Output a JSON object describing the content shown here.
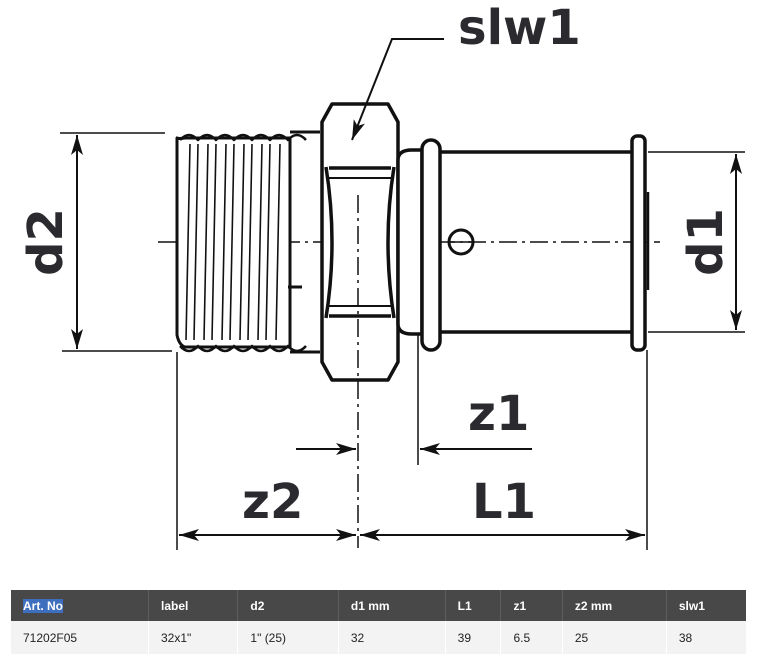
{
  "drawing": {
    "title": "Press fitting with male thread and hex nut — dimensional drawing",
    "labels": {
      "slw1": "slw1",
      "d2": "d2",
      "d1": "d1",
      "z1": "z1",
      "z2": "z2",
      "L1": "L1"
    }
  },
  "table": {
    "selected_column": "art_no",
    "headers": [
      "Art. No",
      "label",
      "d2",
      "d1 mm",
      "L1",
      "z1",
      "z2 mm",
      "slw1"
    ],
    "rows": [
      [
        "71202F05",
        "32x1\"",
        "1\" (25)",
        "32",
        "39",
        "6.5",
        "25",
        "38"
      ]
    ]
  }
}
